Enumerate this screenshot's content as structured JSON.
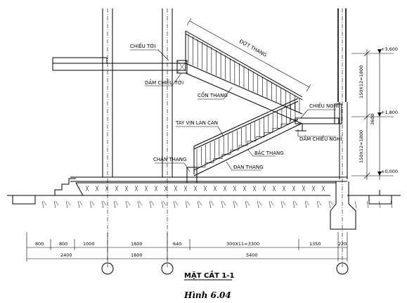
{
  "labels": {
    "chieu_toi": "CHIẾU TỚI",
    "dam_chieu_toi": "DẦM CHIẾU TỚI",
    "dot_thang": "ĐỢT THANG",
    "con_thang": "CỐN THANG",
    "tay_vin_lan_can": "TAY VỊN LAN CAN",
    "chieu_nghi": "CHIẾU NGHỈ",
    "dam_chieu_nghi": "DẦM CHIẾU NGHỈ",
    "chan_thang": "CHÂN THANG",
    "bac_thang": "BẬC THANG",
    "dan_thang": "ĐAN THANG"
  },
  "levels": {
    "top": "+3,600",
    "mid": "+1,800",
    "base": "±0,000"
  },
  "vertical_dims": {
    "upper_flight": "150X12=1800",
    "lower_flight": "150X12=1800",
    "total": "3600"
  },
  "horizontal_dims_row1": [
    "800",
    "800",
    "1000",
    "1800",
    "640",
    "300X11=3300",
    "1350",
    "220"
  ],
  "horizontal_dims_row2": [
    "2400",
    "1800",
    "5400"
  ],
  "section_title": "MẶT CẮT 1-1",
  "caption": "Hình 6.04"
}
